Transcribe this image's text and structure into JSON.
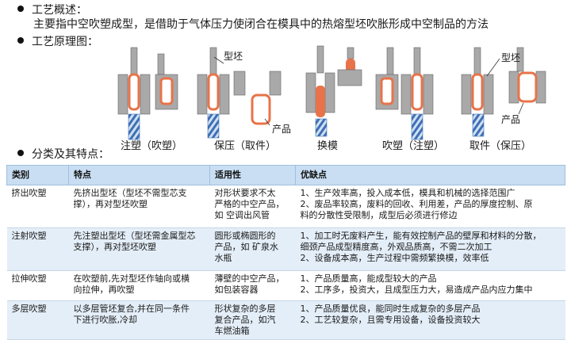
{
  "sections": {
    "overview_title": "工艺概述：",
    "overview_text": "主要指中空吹塑成型，是借助于气体压力使闭合在模具中的热熔型坯吹胀形成中空制品的方法",
    "principle_title": "工艺原理图：",
    "classify_title": "分类及其特点："
  },
  "diagram": {
    "stage_labels": [
      "注塑（吹塑）",
      "保压（取件）",
      "换模",
      "吹塑（注塑）",
      "取件（保压）"
    ],
    "callouts": {
      "parison_1": "型坯",
      "product_1": "产品",
      "parison_2": "型坯",
      "product_2": "产品"
    },
    "colors": {
      "mold": "#a9a9a9",
      "parison": "#e8734a",
      "screw": "#3f6fb4"
    }
  },
  "table": {
    "headers": [
      "类别",
      "特点",
      "适用性",
      "优缺点"
    ],
    "rows": [
      {
        "category": "挤出吹塑",
        "feature": [
          "先挤出型坯（型坯不需型芯支",
          "撑），再对型坯吹塑"
        ],
        "applicability": [
          "对形状要求不太",
          "严格的中空产品，",
          "如 空调出风管"
        ],
        "pros_cons": [
          "1、生产效率高，投入成本低，模具和机械的选择范围广",
          "2、废品率较高，废料的回收、利用差，产品的厚度控制、原",
          "    料的分散性受限制，成型后必须进行修边"
        ]
      },
      {
        "category": "注射吹塑",
        "feature": [
          "先注塑出型坯（型坯需金属型芯",
          "支撑），再对型坯吹塑"
        ],
        "applicability": [
          "圆形或椭圆形的",
          "产品，如 矿泉水",
          "水瓶"
        ],
        "pros_cons": [
          "1、加工时无废料产生，能有效控制产品的壁厚和材料的分散，",
          "    细颈产品成型精度高，外观品质高，不需二次加工",
          "2、设备成本高，生产过程中需频繁换模，效率低"
        ]
      },
      {
        "category": "拉伸吹塑",
        "feature": [
          "在吹塑前,先对型坯作轴向或横",
          "向拉伸，再吹塑"
        ],
        "applicability": [
          "薄壁的中空产品，",
          "如包装容器"
        ],
        "pros_cons": [
          "1、产品质量高，能成型较大的产品",
          "2、工序多，投资大，且成型压力大，易造成产品内应力集中"
        ]
      },
      {
        "category": "多层吹塑",
        "feature": [
          "以多层管坯复合,并在同一条件",
          "下进行吹胀,冷却"
        ],
        "applicability": [
          "形状复杂的多层",
          "复合产品，如汽",
          "车燃油箱"
        ],
        "pros_cons": [
          "1、产品质量优良，能同时生成复杂的多层产品",
          "2、工艺较复杂，且需专用设备，设备投资较大"
        ]
      }
    ]
  }
}
